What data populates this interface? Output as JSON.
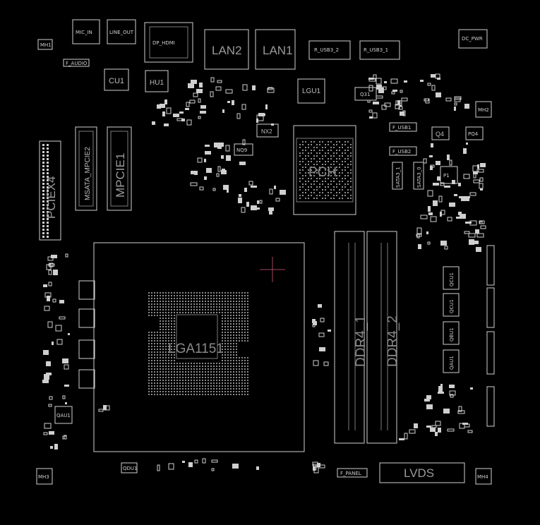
{
  "labels": {
    "mh1": "MH1",
    "mic_in": "MIC_IN",
    "line_out": "LINE_OUT",
    "dp_hdmi": "DP_HDMI",
    "lan2": "LAN2",
    "lan1": "LAN1",
    "usb3_2": "R_USB3_2",
    "usb3_1": "R_USB3_1",
    "dc_pwr": "DC_PWR",
    "f_audio": "F_AUDIO",
    "cu1": "CU1",
    "hu1": "HU1",
    "lgu1": "LGU1",
    "q31": "Q31",
    "mh2": "MH2",
    "nx2": "NX2",
    "nq9": "NQ9",
    "pch": "PCH",
    "f_usb1": "F_USB1",
    "f_usb2": "F_USB2",
    "q4": "Q4",
    "pq4": "PQ4",
    "sata1": "SATA3_1",
    "sata0": "SATA3_0",
    "msata": "MSATA_MPCIE2",
    "mpcie1": "MPCIE1",
    "pciex4": "PCIEX4",
    "lga": "LGA1151",
    "ddr1": "DDR4_1",
    "ddr2": "DDR4_2",
    "qcu1": "QCU1",
    "qcu1b": "QCU1",
    "qbu1": "QBU1",
    "qau1": "QAU1",
    "qau1l": "QAU1",
    "qdu1": "QDU1",
    "f_panel": "F_PANEL",
    "lvds": "LVDS",
    "mh3": "MH3",
    "mh4": "MH4"
  },
  "colors": {
    "background": "#000000",
    "silkscreen": "#cfcfcf",
    "dim_text": "#8a8a8a",
    "marker": "#a0485a"
  }
}
